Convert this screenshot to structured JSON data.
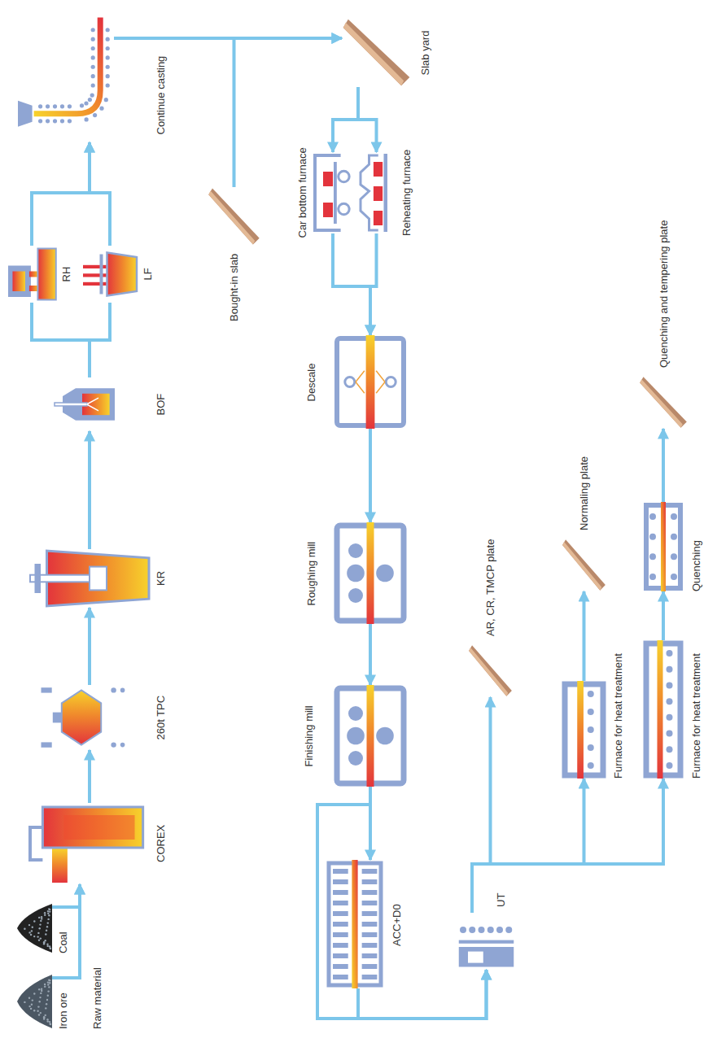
{
  "diagram": {
    "nodes": [
      {
        "text": [
          "Iron ore"
        ]
      },
      {
        "text": [
          "Coal"
        ]
      },
      {
        "text": [
          "COREX"
        ]
      },
      {
        "text": [
          "260t TPC"
        ]
      },
      {
        "text": [
          "KR"
        ]
      },
      {
        "text": [
          "BOF"
        ]
      },
      {
        "text": [
          "RH"
        ]
      },
      {
        "text": [
          "LF"
        ]
      },
      {
        "text": [
          "Continue casting"
        ]
      },
      {
        "text": [
          "Bought-in slab"
        ]
      },
      {
        "text": [
          "Slab yard"
        ]
      },
      {
        "text": [
          "Car bottom furnace"
        ]
      },
      {
        "text": [
          "Reheating furnace"
        ]
      },
      {
        "text": [
          "Descale"
        ]
      },
      {
        "text": [
          "Roughing mill"
        ]
      },
      {
        "text": [
          "Finishing mill"
        ]
      },
      {
        "text": [
          "ACC+D0"
        ]
      },
      {
        "text": [
          "UT"
        ]
      },
      {
        "text": [
          "AR, CR, TMCP plate"
        ]
      },
      {
        "text": [
          "Furnace for heat treatment"
        ]
      },
      {
        "text": [
          "Normaling plate"
        ]
      },
      {
        "text": [
          "Furnace for heat treatment"
        ]
      },
      {
        "text": [
          "Quenching"
        ]
      },
      {
        "text": [
          "Quenching and tempering plate"
        ]
      }
    ],
    "edges": [
      {
        "from": 0,
        "to": 2,
        "arrow": "to"
      },
      {
        "from": 1,
        "to": 2,
        "arrow": "to"
      },
      {
        "from": 2,
        "to": 3,
        "arrow": "to"
      },
      {
        "from": 3,
        "to": 4,
        "arrow": "to"
      },
      {
        "from": 4,
        "to": 5,
        "arrow": "to"
      },
      {
        "from": 5,
        "to": 6,
        "arrow": "none"
      },
      {
        "from": 5,
        "to": 7,
        "arrow": "none"
      },
      {
        "from": 6,
        "to": 8,
        "arrow": "to"
      },
      {
        "from": 7,
        "to": 8,
        "arrow": "to"
      },
      {
        "from": 8,
        "to": 10,
        "arrow": "to"
      },
      {
        "from": 9,
        "to": 10,
        "arrow": "to"
      },
      {
        "from": 10,
        "to": 11,
        "arrow": "to"
      },
      {
        "from": 10,
        "to": 12,
        "arrow": "to"
      },
      {
        "from": 11,
        "to": 13,
        "arrow": "to"
      },
      {
        "from": 12,
        "to": 13,
        "arrow": "to"
      },
      {
        "from": 13,
        "to": 14,
        "arrow": "to"
      },
      {
        "from": 14,
        "to": 15,
        "arrow": "to"
      },
      {
        "from": 15,
        "to": 16,
        "arrow": "to"
      },
      {
        "from": 16,
        "to": 17,
        "arrow": "to"
      },
      {
        "from": 15,
        "to": 17,
        "arrow": "to"
      },
      {
        "from": 17,
        "to": 18,
        "arrow": "to"
      },
      {
        "from": 17,
        "to": 19,
        "arrow": "to"
      },
      {
        "from": 17,
        "to": 21,
        "arrow": "to"
      },
      {
        "from": 19,
        "to": 20,
        "arrow": "to"
      },
      {
        "from": 21,
        "to": 22,
        "arrow": "to"
      },
      {
        "from": 22,
        "to": 23,
        "arrow": "to"
      }
    ],
    "labels": [
      "Raw material"
    ]
  }
}
